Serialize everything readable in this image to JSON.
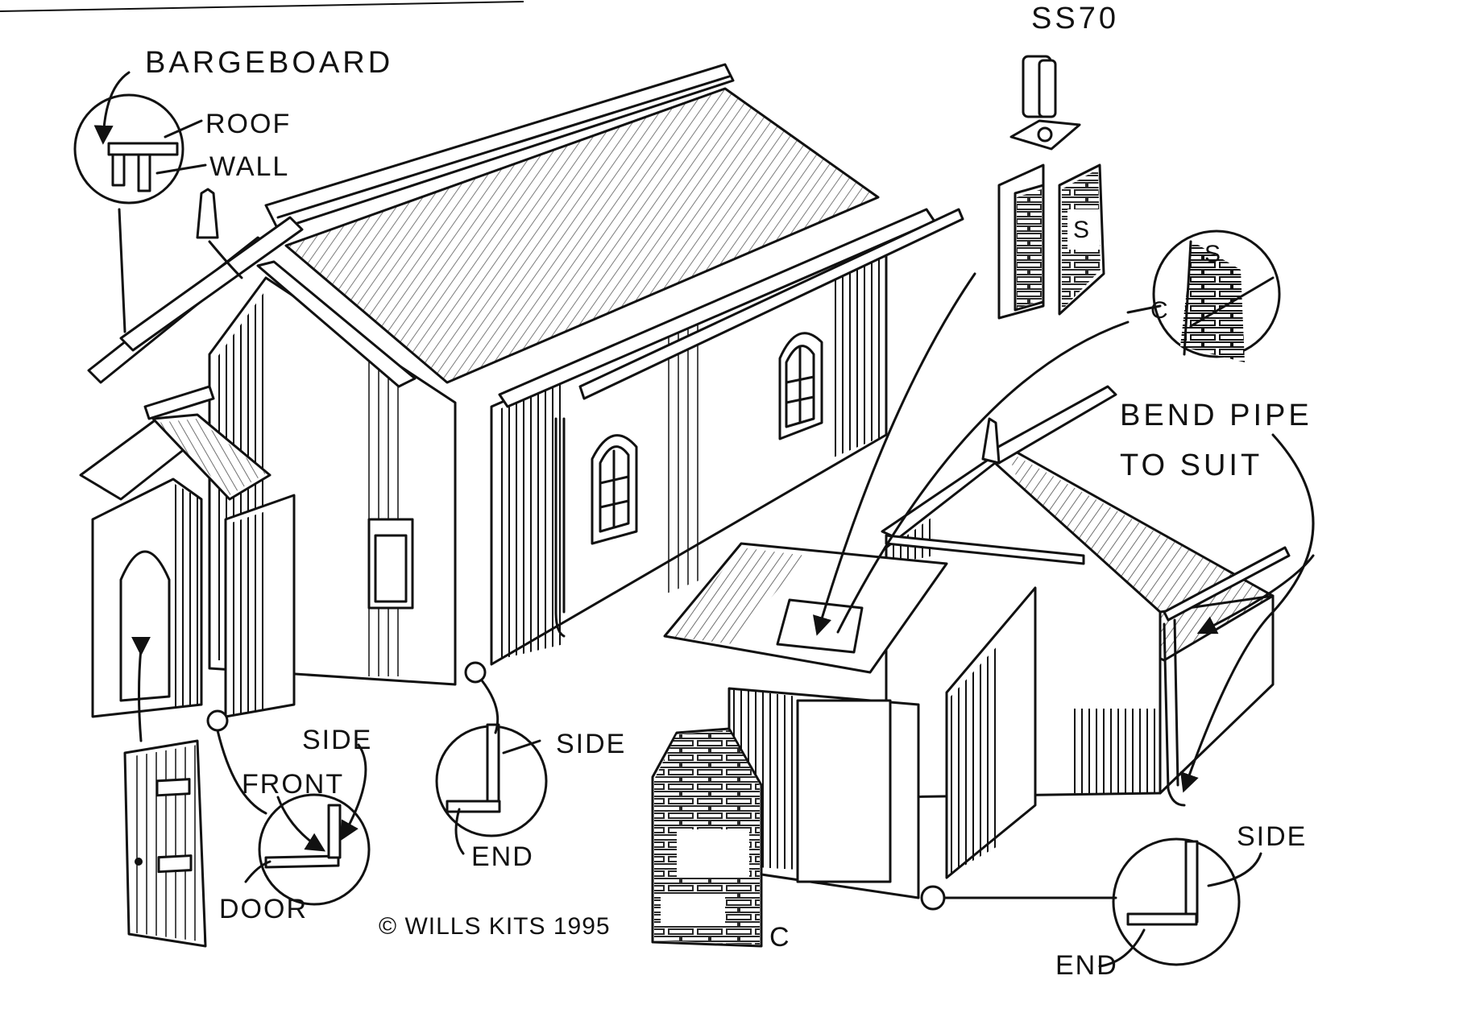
{
  "labels": {
    "part_number": "SS70",
    "bargeboard": "BARGEBOARD",
    "roof": "ROOF",
    "wall": "WALL",
    "bend_pipe_line1": "BEND PIPE",
    "bend_pipe_line2": "TO SUIT",
    "side_front_detail": "SIDE",
    "front": "FRONT",
    "door": "DOOR",
    "side_mid_detail": "SIDE",
    "end_mid_detail": "END",
    "copyright": "© WILLS KITS 1995",
    "chimney_c": "C",
    "side_right_detail": "SIDE",
    "end_right_detail": "END",
    "chimney_inset_s": "S",
    "chimney_inset_c": "C",
    "chimney_panel_s": "S"
  },
  "colors": {
    "ink": "#111111",
    "paper": "#ffffff"
  }
}
